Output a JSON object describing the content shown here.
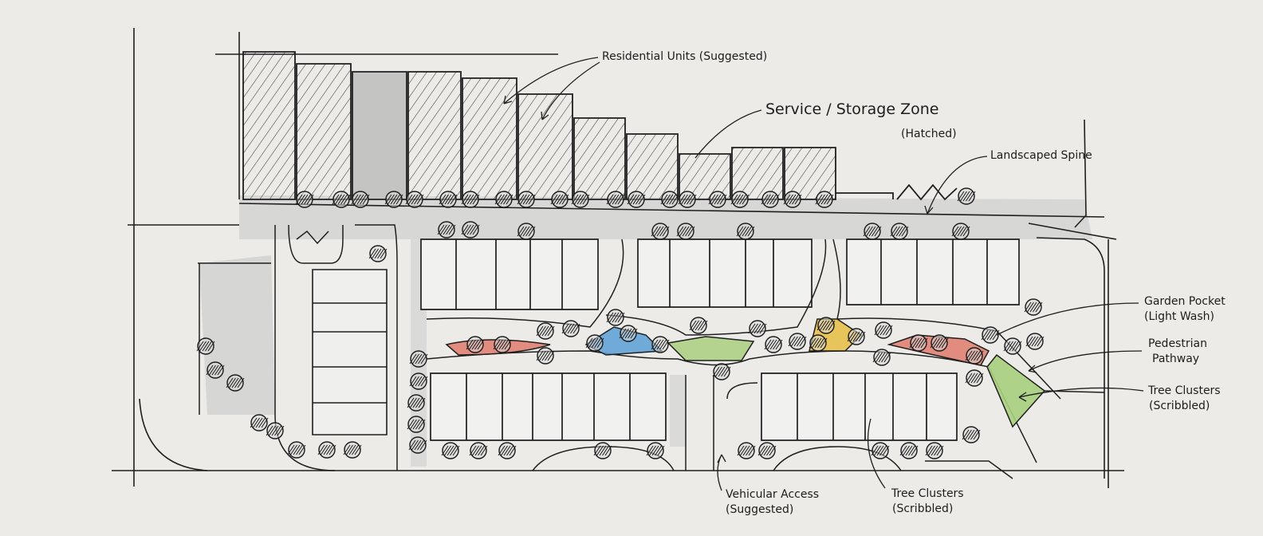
{
  "labels": {
    "residential": "Residential Units (Suggested)",
    "service_title": "Service / Storage Zone",
    "service_sub": "(Hatched)",
    "landscaped_spine": "Landscaped Spine",
    "garden_pocket_1": "Garden Pocket",
    "garden_pocket_2": "(Light Wash)",
    "pedestrian_1": "Pedestrian",
    "pedestrian_2": "Pathway",
    "tree_clusters_right_1": "Tree Clusters",
    "tree_clusters_right_2": "(Scribbled)",
    "vehicular_1": "Vehicular Access",
    "vehicular_2": "(Suggested)",
    "tree_clusters_bottom_1": "Tree Clusters",
    "tree_clusters_bottom_2": "(Scribbled)"
  },
  "colors": {
    "paper": "#ecebe8",
    "ink": "#222222",
    "wash_grey": "#c9c9c7",
    "garden_red": "#e07a6c",
    "garden_blue": "#5a9fd6",
    "garden_green": "#a9cf7e",
    "garden_yellow": "#e8c14a"
  }
}
